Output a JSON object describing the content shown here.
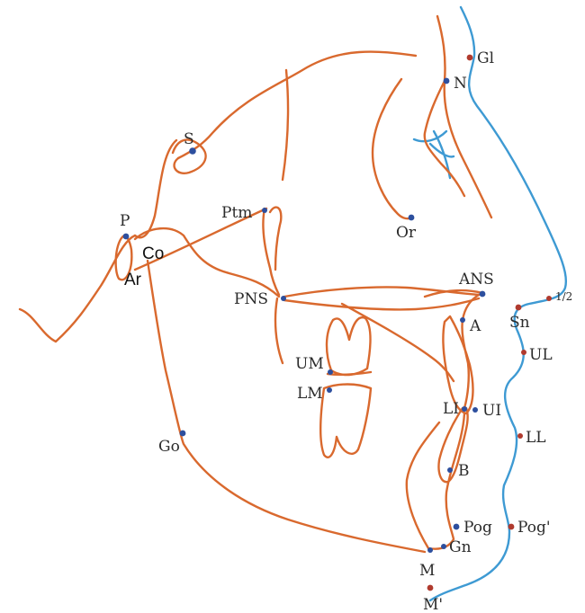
{
  "colors": {
    "bone": "#d9692e",
    "soft": "#3e9ad3",
    "point_blue": "#2d4f9e",
    "point_red": "#b03a2e"
  },
  "landmarks": {
    "gl": "Gl",
    "n": "N",
    "s": "S",
    "or": "Or",
    "p": "P",
    "ptm": "Ptm",
    "co": "Co",
    "ar": "Ar",
    "pns": "PNS",
    "ans": "ANS",
    "a": "A",
    "sn": "Sn",
    "half": "1/2",
    "um": "UM",
    "lm": "LM",
    "ul": "UL",
    "li": "LI",
    "ui": "UI",
    "ll": "LL",
    "go": "Go",
    "b": "B",
    "pog": "Pog",
    "pog_soft": "Pog'",
    "gn": "Gn",
    "m": "M",
    "m_soft": "M'"
  }
}
